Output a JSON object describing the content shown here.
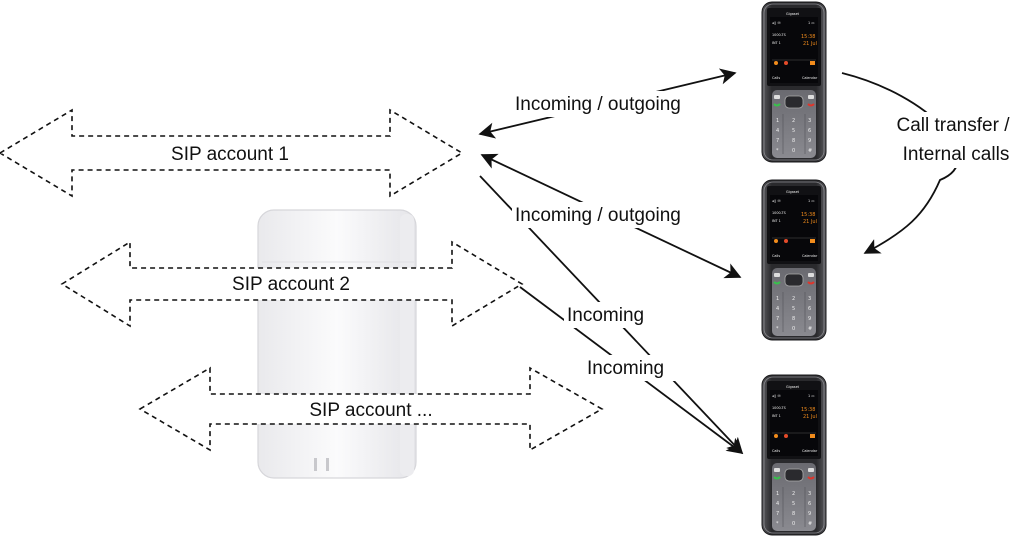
{
  "labels": {
    "sip1": "SIP account 1",
    "sip2": "SIP account 2",
    "sip3": "SIP account ...",
    "flow1": "Incoming / outgoing",
    "flow2": "Incoming / outgoing",
    "flow3": "Incoming",
    "flow4": "Incoming",
    "transfer_line1": "Call transfer /",
    "transfer_line2": "Internal calls"
  },
  "handset": {
    "brand": "Gigaset",
    "status_left": "◂❙ ✉",
    "status_right": "1 ▭",
    "line1_left": "1000-TS",
    "line1_right": "15:38",
    "line2_left": "INT 1",
    "line2_right": "21 Jul",
    "softkey_left": "Calls",
    "softkey_right": "Calendar",
    "keys": [
      "1",
      "2",
      "3",
      "4",
      "5",
      "6",
      "7",
      "8",
      "9",
      "*",
      "0",
      "#"
    ]
  }
}
